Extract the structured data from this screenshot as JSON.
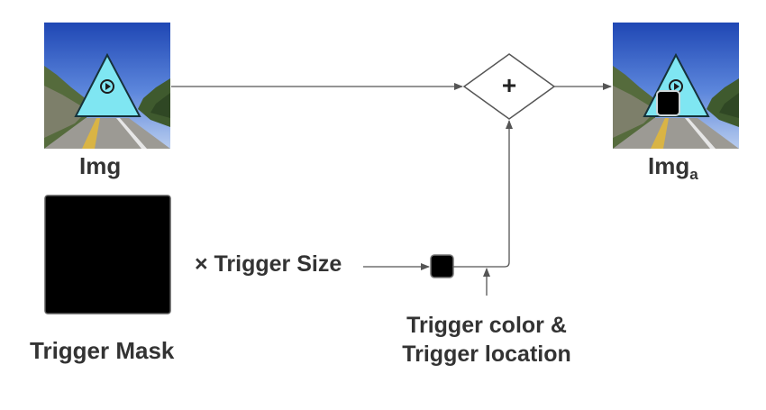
{
  "labels": {
    "img": "Img",
    "img_a_base": "Img",
    "img_a_sub": "a",
    "trigger_size": "× Trigger Size",
    "trigger_mask": "Trigger Mask",
    "color_location_line1": "Trigger color &",
    "color_location_line2": "Trigger location"
  },
  "operator_symbol": "+",
  "icons": {
    "input_image": "road-sign-photo",
    "output_image": "road-sign-photo-with-trigger",
    "mask": "black-square",
    "trigger": "small-black-square",
    "operator": "diamond-plus"
  },
  "colors": {
    "line": "#555555",
    "text": "#333333",
    "sign": "#7ee8f4",
    "sky": "#3a66c8",
    "trigger": "#000000"
  }
}
